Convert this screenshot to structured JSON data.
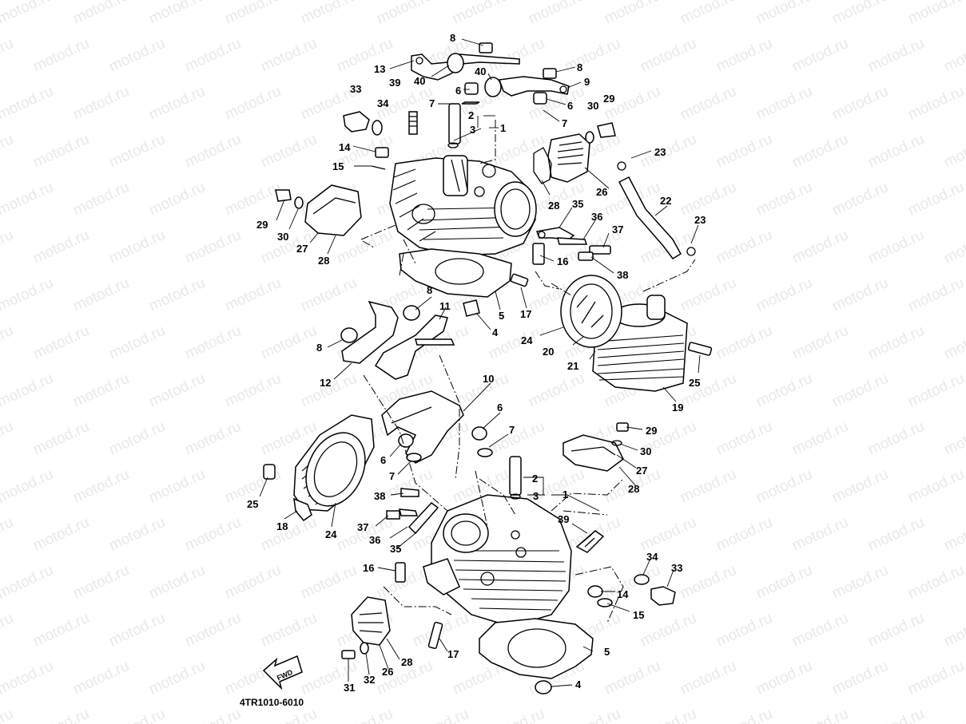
{
  "diagram": {
    "code": "4TR1010-6010",
    "watermark": "motod.ru",
    "fwd_label": "FWD",
    "labels": [
      {
        "id": "l8a",
        "text": "8"
      },
      {
        "id": "l13",
        "text": "13"
      },
      {
        "id": "l40a",
        "text": "40"
      },
      {
        "id": "l40b",
        "text": "40"
      },
      {
        "id": "l8b",
        "text": "8"
      },
      {
        "id": "l9",
        "text": "9"
      },
      {
        "id": "l39a",
        "text": "39"
      },
      {
        "id": "l6a",
        "text": "6"
      },
      {
        "id": "l33a",
        "text": "33"
      },
      {
        "id": "l7a",
        "text": "7"
      },
      {
        "id": "l6b",
        "text": "6"
      },
      {
        "id": "l30a",
        "text": "30"
      },
      {
        "id": "l29a",
        "text": "29"
      },
      {
        "id": "l34a",
        "text": "34"
      },
      {
        "id": "l2a",
        "text": "2"
      },
      {
        "id": "l3a",
        "text": "3"
      },
      {
        "id": "l1a",
        "text": "1"
      },
      {
        "id": "l7b",
        "text": "7"
      },
      {
        "id": "l23a",
        "text": "23"
      },
      {
        "id": "l14a",
        "text": "14"
      },
      {
        "id": "l15a",
        "text": "15"
      },
      {
        "id": "l26a",
        "text": "26"
      },
      {
        "id": "l22",
        "text": "22"
      },
      {
        "id": "l28a",
        "text": "28"
      },
      {
        "id": "l35a",
        "text": "35"
      },
      {
        "id": "l29b",
        "text": "29"
      },
      {
        "id": "l30b",
        "text": "30"
      },
      {
        "id": "l36a",
        "text": "36"
      },
      {
        "id": "l23b",
        "text": "23"
      },
      {
        "id": "l27a",
        "text": "27"
      },
      {
        "id": "l28b",
        "text": "28"
      },
      {
        "id": "l37a",
        "text": "37"
      },
      {
        "id": "l16a",
        "text": "16"
      },
      {
        "id": "l38a",
        "text": "38"
      },
      {
        "id": "l8c",
        "text": "8"
      },
      {
        "id": "l11",
        "text": "11"
      },
      {
        "id": "l5a",
        "text": "5"
      },
      {
        "id": "l17a",
        "text": "17"
      },
      {
        "id": "l4a",
        "text": "4"
      },
      {
        "id": "l24a",
        "text": "24"
      },
      {
        "id": "l8d",
        "text": "8"
      },
      {
        "id": "l20",
        "text": "20"
      },
      {
        "id": "l21",
        "text": "21"
      },
      {
        "id": "l25a",
        "text": "25"
      },
      {
        "id": "l12",
        "text": "12"
      },
      {
        "id": "l19",
        "text": "19"
      },
      {
        "id": "l10",
        "text": "10"
      },
      {
        "id": "l6c",
        "text": "6"
      },
      {
        "id": "l29c",
        "text": "29"
      },
      {
        "id": "l7c",
        "text": "7"
      },
      {
        "id": "l30c",
        "text": "30"
      },
      {
        "id": "l6d",
        "text": "6"
      },
      {
        "id": "l27b",
        "text": "27"
      },
      {
        "id": "l7d",
        "text": "7"
      },
      {
        "id": "l2b",
        "text": "2"
      },
      {
        "id": "l25b",
        "text": "25"
      },
      {
        "id": "l28c",
        "text": "28"
      },
      {
        "id": "l38b",
        "text": "38"
      },
      {
        "id": "l3b",
        "text": "3"
      },
      {
        "id": "l1b",
        "text": "1"
      },
      {
        "id": "l18",
        "text": "18"
      },
      {
        "id": "l24b",
        "text": "24"
      },
      {
        "id": "l37b",
        "text": "37"
      },
      {
        "id": "l39b",
        "text": "39"
      },
      {
        "id": "l36b",
        "text": "36"
      },
      {
        "id": "l35b",
        "text": "35"
      },
      {
        "id": "l34b",
        "text": "34"
      },
      {
        "id": "l33b",
        "text": "33"
      },
      {
        "id": "l16b",
        "text": "16"
      },
      {
        "id": "l14b",
        "text": "14"
      },
      {
        "id": "l15b",
        "text": "15"
      },
      {
        "id": "l17b",
        "text": "17"
      },
      {
        "id": "l28d",
        "text": "28"
      },
      {
        "id": "l5b",
        "text": "5"
      },
      {
        "id": "l26b",
        "text": "26"
      },
      {
        "id": "l31",
        "text": "31"
      },
      {
        "id": "l32",
        "text": "32"
      },
      {
        "id": "l4b",
        "text": "4"
      }
    ]
  }
}
